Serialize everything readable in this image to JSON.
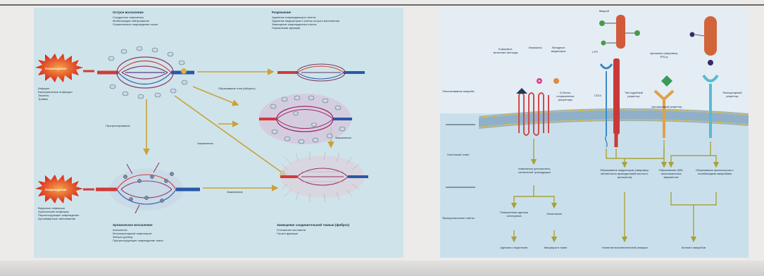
{
  "left_diagram": {
    "acute_inflammation": {
      "title": "Острое воспаление",
      "items": [
        "Сосудистые изменения",
        "Мобилизация нейтрофилов",
        "Ограниченное повреждение ткани"
      ]
    },
    "resolution": {
      "title": "Разрешение",
      "items": [
        "Удаление повреждающего агента",
        "Удаление медиаторов и клеток острого воспаления",
        "Замещение поврежденных клеток",
        "Нормальная функция"
      ]
    },
    "trigger_acute": {
      "label": "Повреждение",
      "items": [
        "Инфаркт",
        "Бактериальные инфекции",
        "Токсины",
        "Травма"
      ]
    },
    "trigger_chronic": {
      "label": "Повреждение",
      "items": [
        "Вирусные инфекции",
        "Хронические инфекции",
        "Персистирующее повреждение",
        "Аутоиммунные заболевания"
      ]
    },
    "chronic_inflammation": {
      "title": "Хроническое воспаление",
      "items": [
        "Ангиогенез",
        "Мононуклеарный инфильтрат",
        "Фиброз (рубец)",
        "Прогрессирующее повреждение ткани"
      ]
    },
    "fibrosis": {
      "title": "Замещение соединительной тканью (фиброз)",
      "items": [
        "Отложение коллагена",
        "Утрата функции"
      ]
    },
    "arrows": {
      "pus": "Образование гноя (абсцесс)",
      "progression": "Прогрессирование",
      "healing": "Заживление",
      "healing2": "Заживление",
      "healing3": "Заживление"
    }
  },
  "right_diagram": {
    "rows": {
      "membrane": "Распознавание микроба",
      "signal": "Клеточный ответ",
      "response": "Функциональные ответы"
    },
    "receptors": {
      "microbe": "Микроб",
      "formyl": "N-формил-метионил-пептиды",
      "chemokines": "Хемокины",
      "lipid_mediators": "Липидные медиаторы",
      "gpcr": "G-белок-сопряженные рецепторы",
      "cd14": "CD14",
      "tlr": "Toll-подобный рецептор",
      "cytokines": "Цитокины (например, IFN-γ)",
      "cytokine_receptor": "Цитокиновый рецептор",
      "phagocytic": "Фагоцитарный рецептор",
      "lps": "LPS"
    },
    "signals": {
      "s1": "Изменения цитоскелета, сигнальной трансдукции",
      "s2": "Образование медиаторов (например, метаболиты арахидоновой кислоты, цитокинов)",
      "s3": "Образование АФК, лизосомальных ферментов",
      "s4": "Образование фаголизосом с погибающими микробами"
    },
    "outcomes": {
      "adhesion_cap": "Повышенная адгезия интегринов",
      "chemotaxis": "Хемотаксис",
      "adhesion": "Адгезия к эндотелию",
      "migration": "Миграция в ткани",
      "amplification": "Усиление воспалительной реакции",
      "killing": "Киллинг микробов"
    }
  },
  "colors": {
    "panel_left_bg": "#cfe4ea",
    "panel_right_bg": "#dde8f0",
    "artery": "#d23a3a",
    "vein": "#2a58a8",
    "arrow": "#c9a23a",
    "starburst": "#e0351e"
  }
}
